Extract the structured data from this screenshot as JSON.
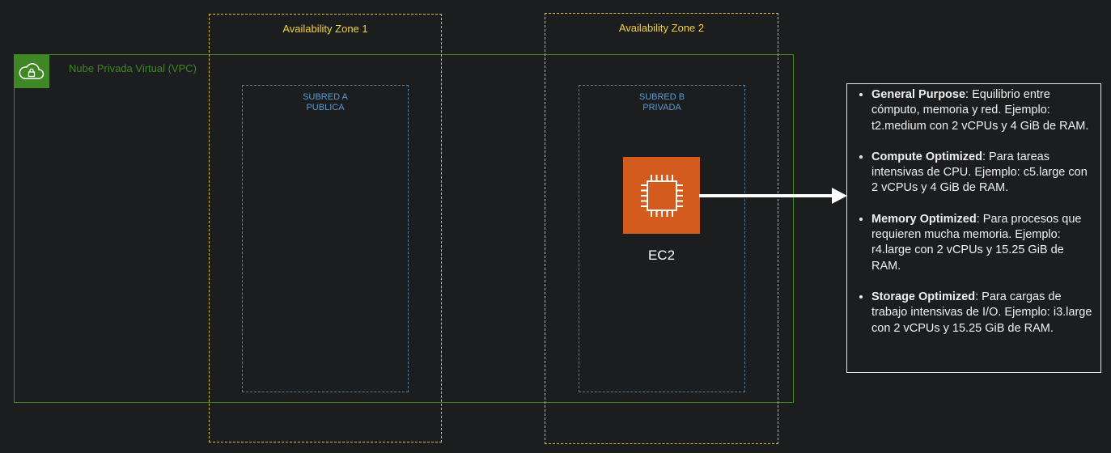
{
  "vpc": {
    "label": "Nube Privada Virtual (VPC)",
    "icon": "vpc-cloud-lock-icon",
    "color": "#3f8624"
  },
  "zones": [
    {
      "label": "Availability Zone 1"
    },
    {
      "label": "Availability Zone 2"
    }
  ],
  "subnets": [
    {
      "line1": "SUBRED A",
      "line2": "PUBLICA"
    },
    {
      "line1": "SUBRED B",
      "line2": "PRIVADA"
    }
  ],
  "ec2": {
    "label": "EC2",
    "icon": "ec2-chip-icon",
    "color": "#d45b1e"
  },
  "info": {
    "items": [
      {
        "title": "General Purpose",
        "text": ": Equilibrio entre cómputo, memoria y red. Ejemplo: t2.medium con 2 vCPUs y 4 GiB de RAM."
      },
      {
        "title": "Compute Optimized",
        "text": ": Para tareas intensivas de CPU. Ejemplo: c5.large con 2 vCPUs y 4 GiB de RAM."
      },
      {
        "title": "Memory Optimized",
        "text": ": Para procesos que requieren mucha memoria. Ejemplo: r4.large con 2 vCPUs y 15.25 GiB de RAM."
      },
      {
        "title": "Storage Optimized",
        "text": ": Para cargas de trabajo intensivas de I/O. Ejemplo: i3.large con 2 vCPUs y 15.25 GiB de RAM."
      }
    ]
  }
}
